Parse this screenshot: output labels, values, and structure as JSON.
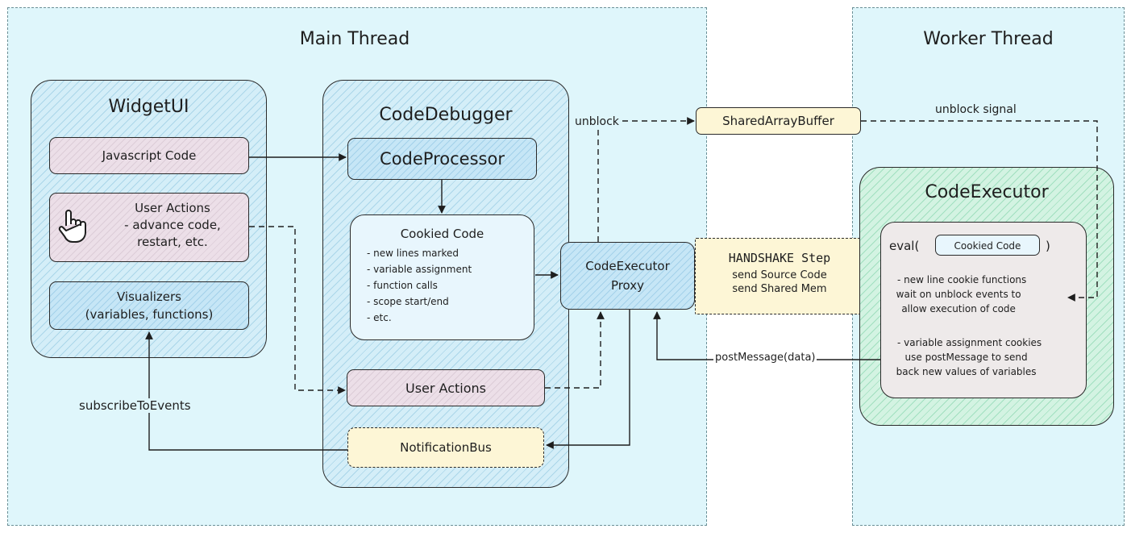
{
  "main_thread": {
    "title": "Main Thread"
  },
  "worker_thread": {
    "title": "Worker Thread"
  },
  "widget_ui": {
    "title": "WidgetUI",
    "javascript_code": "Javascript Code",
    "user_actions_title": "User Actions",
    "user_actions_lines": [
      "- advance code,",
      "restart, etc."
    ],
    "visualizers_lines": [
      "Visualizers",
      "(variables, functions)"
    ]
  },
  "code_debugger": {
    "title": "CodeDebugger",
    "code_processor": "CodeProcessor",
    "cookied_code_title": "Cookied Code",
    "cookied_code_items": [
      "- new lines marked",
      "- variable assignment",
      "- function calls",
      "- scope start/end",
      "- etc."
    ],
    "user_actions": "User Actions",
    "notification_bus": "NotificationBus"
  },
  "proxy": {
    "lines": [
      "CodeExecutor",
      "Proxy"
    ]
  },
  "shared_buffer": "SharedArrayBuffer",
  "handshake": {
    "title": "HANDSHAKE Step",
    "lines": [
      "send Source Code",
      "send Shared Mem"
    ]
  },
  "code_executor": {
    "title": "CodeExecutor",
    "eval_prefix": "eval(",
    "eval_arg": "Cookied Code",
    "eval_suffix": ")",
    "note1": [
      "- new line cookie functions",
      "wait on unblock events to",
      "allow execution of code"
    ],
    "note2": [
      "- variable assignment cookies",
      "use postMessage to send",
      "back new values of variables"
    ]
  },
  "edge_labels": {
    "unblock": "unblock",
    "unblock_signal": "unblock signal",
    "post_message": "postMessage(data)",
    "subscribe": "subscribeToEvents"
  },
  "colors": {
    "region_bg": "#dff6fb",
    "panel_blue": "#d4eef8",
    "panel_green": "#d3f3e2",
    "box_gray": "#ecdfe8",
    "box_blue": "#c6e6f6",
    "box_yellow": "#fdf6d6"
  }
}
